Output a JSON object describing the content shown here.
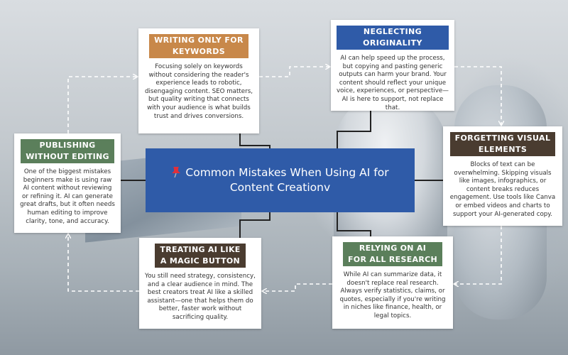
{
  "center": {
    "title": "Common Mistakes When Using AI for Content Creationv",
    "icon": "pushpin-icon",
    "color": "#2f5ba8"
  },
  "mistakes": [
    {
      "title_lines": [
        "WRITING ONLY FOR",
        "KEYWORDS"
      ],
      "color": "#c8884a",
      "body": "Focusing solely on keywords without considering the reader's experience leads to robotic, disengaging content. SEO matters, but quality writing that connects with your audience is what builds trust and drives conversions."
    },
    {
      "title_lines": [
        "NEGLECTING ORIGINALITY"
      ],
      "color": "#2f5ba8",
      "body": "AI can help speed up the process, but copying and pasting generic outputs can harm your brand. Your content should reflect your unique voice, experiences, or perspective—AI is here to support, not replace that."
    },
    {
      "title_lines": [
        "FORGETTING VISUAL",
        "ELEMENTS"
      ],
      "color": "#4a3c30",
      "body": "Blocks of text can be overwhelming. Skipping visuals like images, infographics, or content breaks reduces engagement. Use tools like Canva or embed videos and charts to support your AI-generated copy."
    },
    {
      "title_lines": [
        "RELYING ON AI",
        "FOR ALL RESEARCH"
      ],
      "color": "#5b7f5b",
      "body": "While AI can summarize data, it doesn't replace real research. Always verify statistics, claims, or quotes, especially if you're writing in niches like finance, health, or legal topics."
    },
    {
      "title_lines": [
        "TREATING AI LIKE",
        "A MAGIC BUTTON"
      ],
      "color": "#4a3c30",
      "body": "You still need strategy, consistency, and a clear audience in mind. The best creators treat AI like a skilled assistant—one that helps them do better, faster work without sacrificing quality."
    },
    {
      "title_lines": [
        "PUBLISHING",
        "WITHOUT EDITING"
      ],
      "color": "#5b7f5b",
      "body": "One of the biggest mistakes beginners make is using raw AI content without reviewing or refining it. AI can generate great drafts, but it often needs human editing to improve clarity, tone, and accuracy."
    }
  ]
}
